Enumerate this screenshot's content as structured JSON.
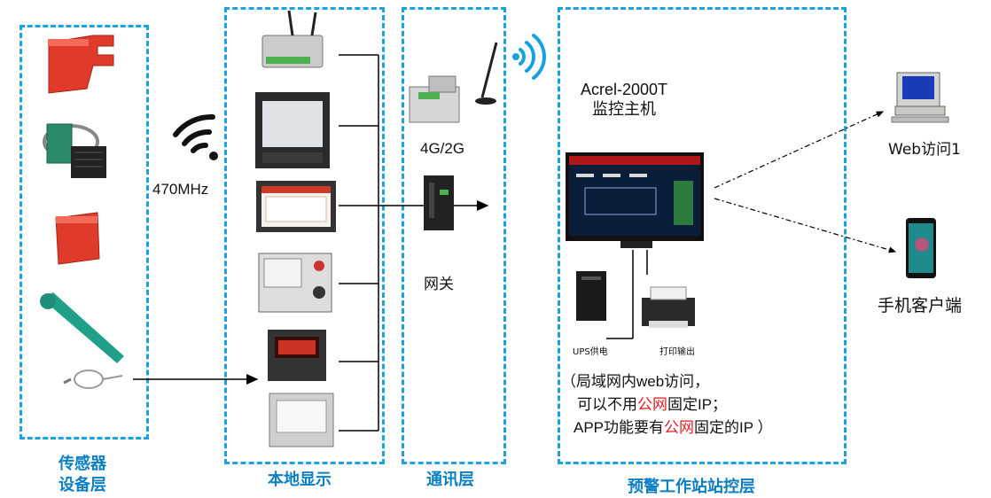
{
  "layers": {
    "sensor_line1": "传感器",
    "sensor_line2": "设备层",
    "local": "本地显示",
    "comm": "通讯层",
    "station": "预警工作站站控层"
  },
  "labels": {
    "freq": "470MHz",
    "cellular": "4G/2G",
    "gateway": "网关",
    "host_line1": "Acrel-2000T",
    "host_line2": "监控主机",
    "ups": "UPS供电",
    "printer": "打印输出",
    "web": "Web访问1",
    "mobile": "手机客户端"
  },
  "note": {
    "line1": "（局域网内web访问，",
    "line2_a": "可以不用",
    "line2_red": "公网",
    "line2_b": "固定IP；",
    "line3_a": "APP功能要有",
    "line3_red": "公网",
    "line3_b": "固定的IP ）"
  },
  "colors": {
    "box_border": "#1aa3e0",
    "layer_title": "#0a7fc4",
    "emphasis": "#e02020"
  }
}
